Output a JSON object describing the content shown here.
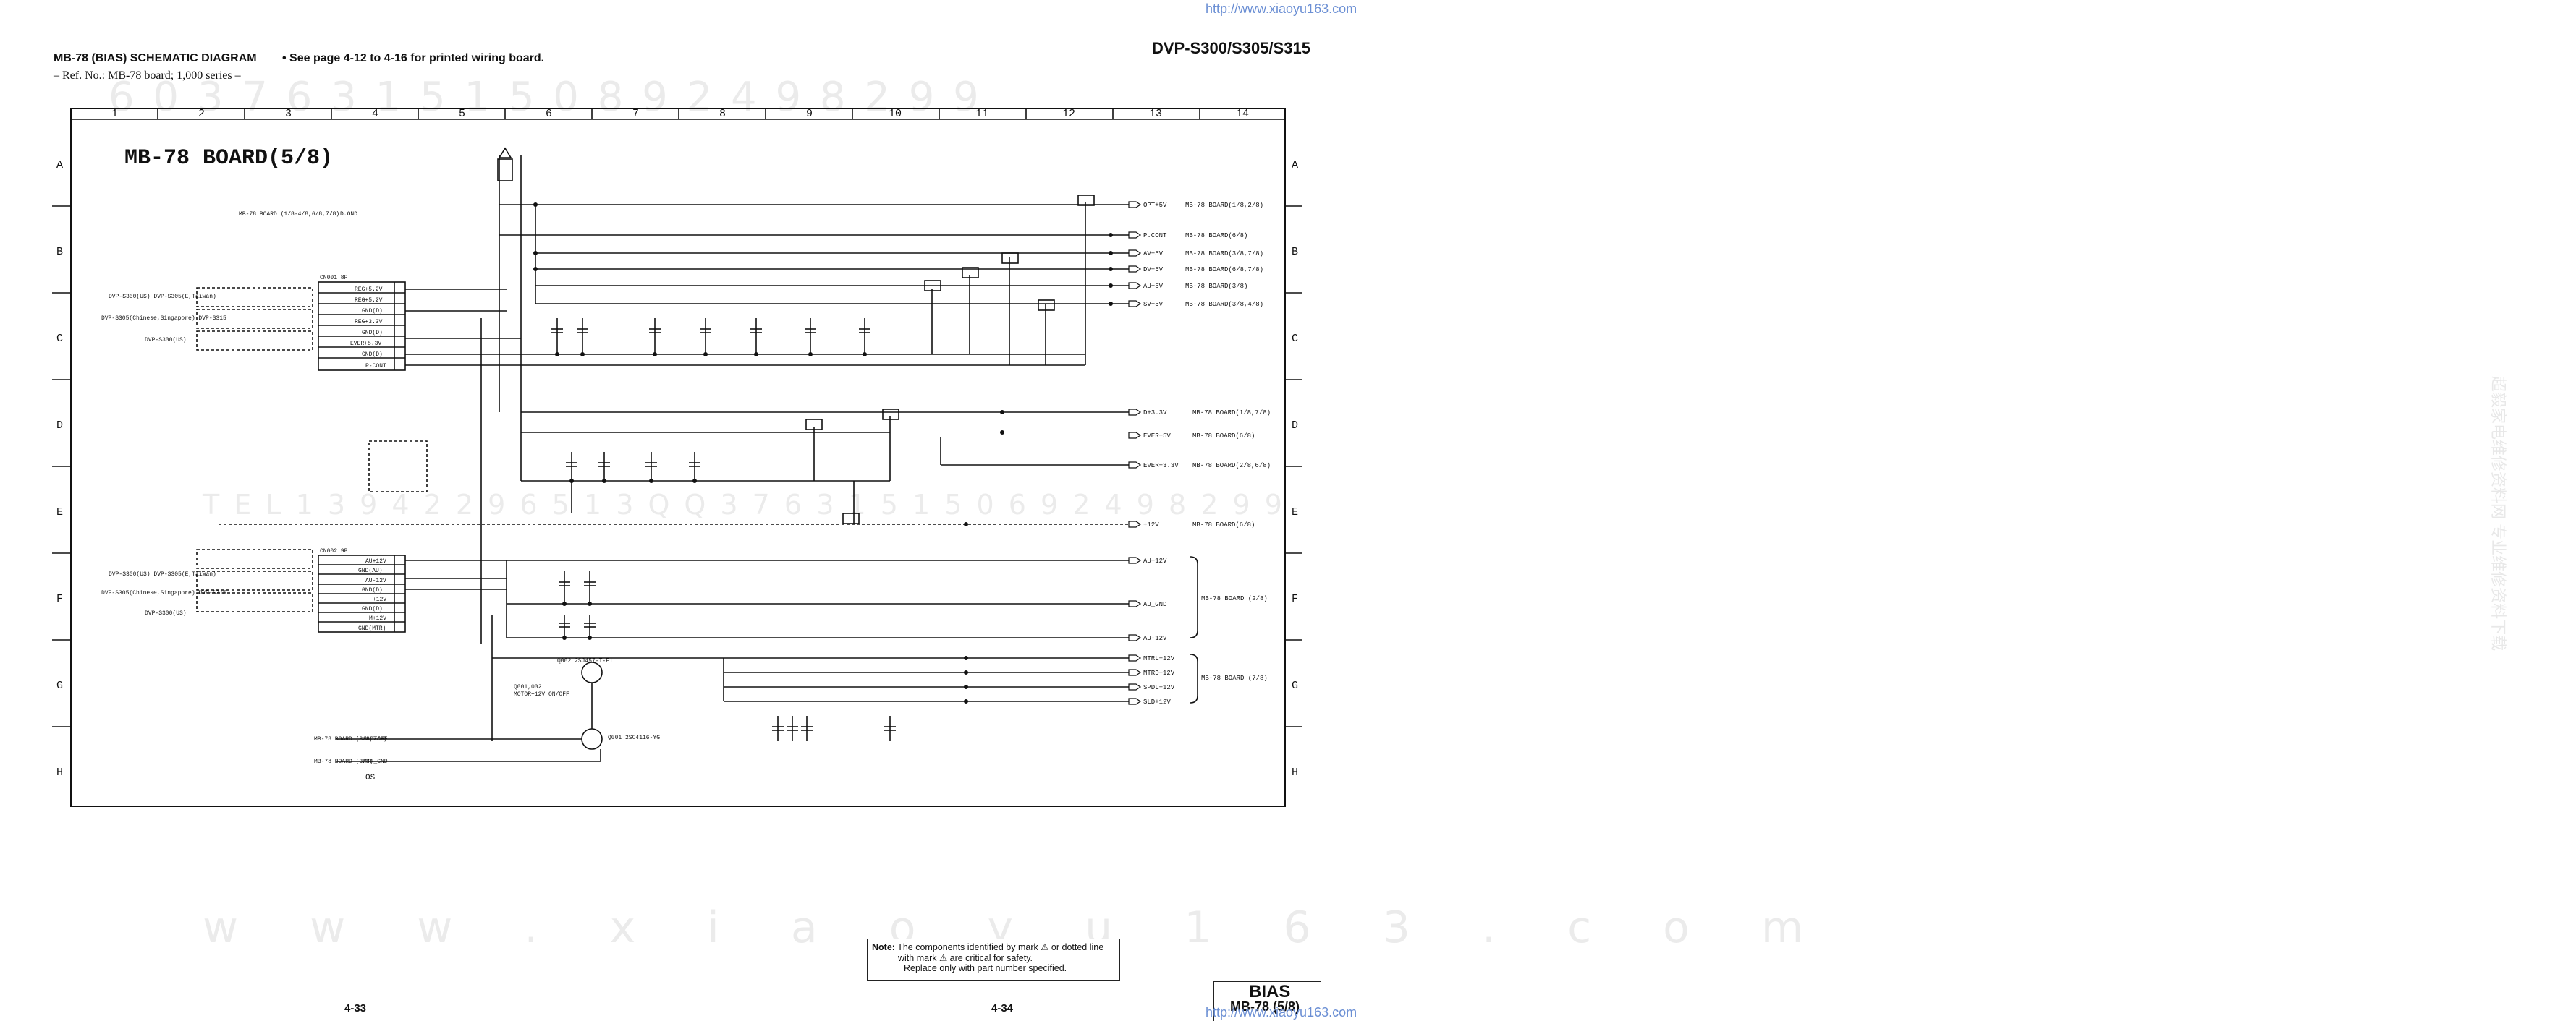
{
  "header": {
    "title": "MB-78 (BIAS) SCHEMATIC DIAGRAM",
    "note": "• See page 4-12 to 4-16 for printed wiring board.",
    "ref": "– Ref. No.: MB-78 board; 1,000 series –",
    "model": "DVP-S300/S305/S315"
  },
  "urls": {
    "top": "http://www.xiaoyu163.com",
    "bottom": "http://www.xiaoyu163.com"
  },
  "watermarks": {
    "row1": "6  0  3  7  6  3  1  5  1  5  0      8  9  2  4  9  8  2  9  9",
    "row2": "T  E  L     1  3  9  4  2  2  9  6  5  1  3     Q  Q  3  7  6  3  1  5  1  5  0     6  9  2  4  9  8  2  9  9",
    "row3": "w  w  w  .  x  i  a  o  y  u  1  6  3  .  c  o  m",
    "side": "超毅家电维修资料网 专业维修资料下载"
  },
  "grid": {
    "columns": [
      "1",
      "2",
      "3",
      "4",
      "5",
      "6",
      "7",
      "8",
      "9",
      "10",
      "11",
      "12",
      "13",
      "14"
    ],
    "rows": [
      "A",
      "B",
      "C",
      "D",
      "E",
      "F",
      "G",
      "H"
    ]
  },
  "schematic": {
    "board_title": "MB-78 BOARD(5/8)",
    "cn001": {
      "name": "CN001 8P",
      "pins": [
        "REG+5.2V",
        "REG+5.2V",
        "GND(D)",
        "REG+3.3V",
        "GND(D)",
        "EVER+5.3V",
        "GND(D)",
        "P-CONT"
      ]
    },
    "cn002": {
      "name": "CN002 9P",
      "pins": [
        "AU+12V",
        "GND(AU)",
        "AU-12V",
        "GND(D)",
        "+12V",
        "GND(D)",
        "M+12V",
        "GND(MTR)"
      ]
    },
    "outputs": [
      {
        "net": "OPT+5V",
        "dest": "MB-78 BOARD(1/8,2/8)"
      },
      {
        "net": "P.CONT",
        "dest": "MB-78 BOARD(6/8)"
      },
      {
        "net": "AV+5V",
        "dest": "MB-78 BOARD(3/8,7/8)"
      },
      {
        "net": "DV+5V",
        "dest": "MB-78 BOARD(6/8,7/8)"
      },
      {
        "net": "AU+5V",
        "dest": "MB-78 BOARD(3/8)"
      },
      {
        "net": "SV+5V",
        "dest": "MB-78 BOARD(3/8,4/8)"
      },
      {
        "net": "D+3.3V",
        "dest": "MB-78 BOARD(1/8,7/8)"
      },
      {
        "net": "EVER+5V",
        "dest": "MB-78 BOARD(6/8)"
      },
      {
        "net": "EVER+3.3V",
        "dest": "MB-78 BOARD(2/8,6/8)"
      },
      {
        "net": "+12V",
        "dest": "MB-78 BOARD(6/8)"
      },
      {
        "net": "AU+12V",
        "dest": ""
      },
      {
        "net": "AU_GND",
        "dest": "MB-78 BOARD (2/8)"
      },
      {
        "net": "AU-12V",
        "dest": ""
      },
      {
        "net": "MTRL+12V",
        "dest": "MB-78 BOARD (7/8)"
      },
      {
        "net": "MTRD+12V",
        "dest": ""
      },
      {
        "net": "SPDL+12V",
        "dest": ""
      },
      {
        "net": "SLD+12V",
        "dest": ""
      }
    ],
    "connector_refs": [
      "DVP-S300(US) DVP-S305(E,Taiwan)",
      "DVP-S305(Chinese,Singapore) DVP-S315",
      "DVP-S300(US)"
    ],
    "notes": {
      "mb_in": "MB-78 BOARD (1/8-4/8,6/8,7/8)",
      "gnd": "D.GND",
      "spin": "SLD/OFF",
      "spin_src": "MB-78 BOARD (3/8,7/8)",
      "mtr": "MTR_GND",
      "mtr_src": "MB-78 BOARD (3/8)",
      "switch": "MOTOR+12V ON/OFF",
      "q_a": "Q002 2SJ457-T-E1",
      "q_b": "Q001 2SC4116-YG",
      "q_note": "Q001,002",
      "os": "OS"
    }
  },
  "note_box": {
    "label": "Note:",
    "line1": "The components identified by mark ⚠ or dotted line",
    "line2": "with mark ⚠ are critical for safety.",
    "line3": "Replace only with part number specified."
  },
  "footer": {
    "page_left": "4-33",
    "page_right": "4-34",
    "section": "BIAS",
    "board": "MB-78 (5/8)"
  }
}
